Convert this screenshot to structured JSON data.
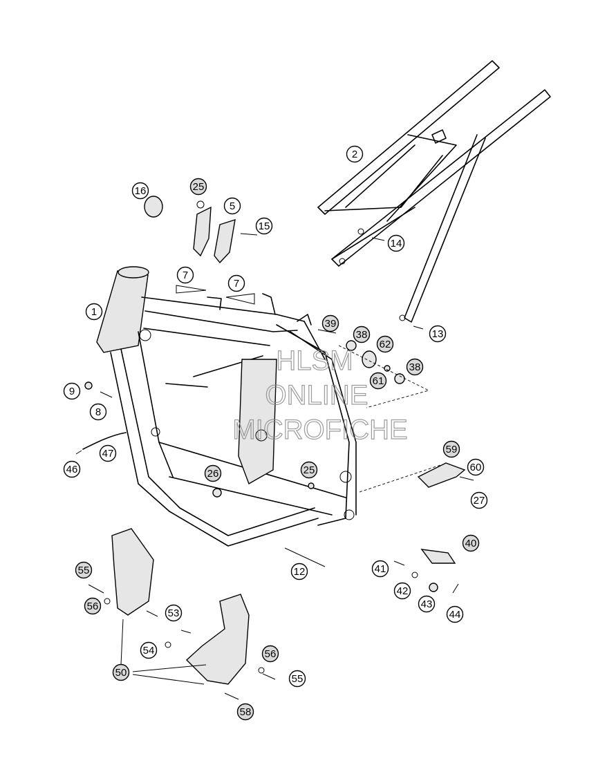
{
  "watermark": {
    "line1": "HLSM",
    "line2": "ONLINE",
    "line3": "MICROFICHE"
  },
  "callouts": [
    {
      "label": "1",
      "filled": false
    },
    {
      "label": "2",
      "filled": false
    },
    {
      "label": "16",
      "filled": false
    },
    {
      "label": "25",
      "filled": true
    },
    {
      "label": "5",
      "filled": false
    },
    {
      "label": "15",
      "filled": false
    },
    {
      "label": "14",
      "filled": false
    },
    {
      "label": "7",
      "filled": false
    },
    {
      "label": "7",
      "filled": false
    },
    {
      "label": "39",
      "filled": true
    },
    {
      "label": "38",
      "filled": true
    },
    {
      "label": "62",
      "filled": true
    },
    {
      "label": "61",
      "filled": true
    },
    {
      "label": "38",
      "filled": true
    },
    {
      "label": "13",
      "filled": false
    },
    {
      "label": "9",
      "filled": false
    },
    {
      "label": "8",
      "filled": false
    },
    {
      "label": "47",
      "filled": false
    },
    {
      "label": "46",
      "filled": false
    },
    {
      "label": "26",
      "filled": true
    },
    {
      "label": "25",
      "filled": true
    },
    {
      "label": "59",
      "filled": true
    },
    {
      "label": "60",
      "filled": false
    },
    {
      "label": "27",
      "filled": false
    },
    {
      "label": "40",
      "filled": true
    },
    {
      "label": "41",
      "filled": false
    },
    {
      "label": "12",
      "filled": false
    },
    {
      "label": "42",
      "filled": false
    },
    {
      "label": "43",
      "filled": false
    },
    {
      "label": "44",
      "filled": false
    },
    {
      "label": "55",
      "filled": true
    },
    {
      "label": "56",
      "filled": true
    },
    {
      "label": "53",
      "filled": false
    },
    {
      "label": "54",
      "filled": false
    },
    {
      "label": "56",
      "filled": true
    },
    {
      "label": "55",
      "filled": false
    },
    {
      "label": "50",
      "filled": true
    },
    {
      "label": "58",
      "filled": true
    }
  ]
}
